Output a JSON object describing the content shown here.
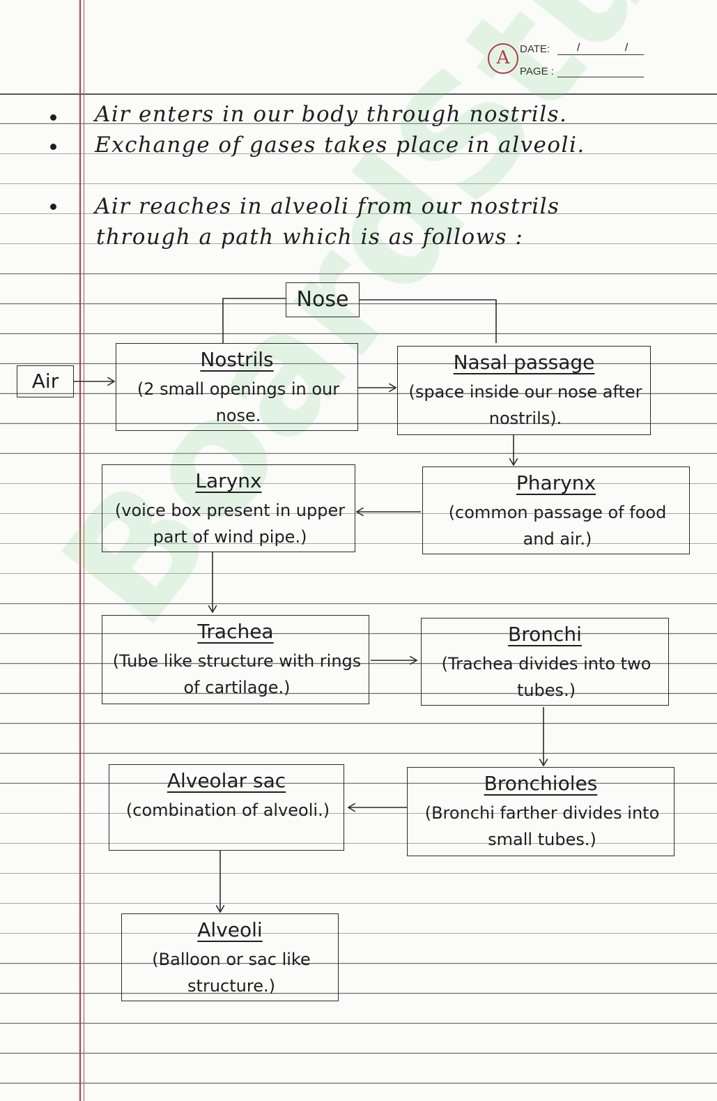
{
  "header": {
    "logo_letter": "A",
    "date_label": "DATE:",
    "date_value": "/ /",
    "page_label": "PAGE :"
  },
  "bullets": [
    "Air enters in our body through nostrils.",
    "Exchange of gases takes place in alveoli.",
    "Air reaches in alveoli from our nostrils",
    "through a path which is as follows :"
  ],
  "flow": {
    "nose": "Nose",
    "air": "Air",
    "nostrils": {
      "title": "Nostrils",
      "desc": "(2 small openings in our nose."
    },
    "nasal_passage": {
      "title": "Nasal passage",
      "desc": "(space inside our nose after nostrils)."
    },
    "larynx": {
      "title": "Larynx",
      "desc": "(voice box present in upper part of wind pipe.)"
    },
    "pharynx": {
      "title": "Pharynx",
      "desc": "(common passage of food and air.)"
    },
    "trachea": {
      "title": "Trachea",
      "desc": "(Tube like structure with rings of cartilage.)"
    },
    "bronchi": {
      "title": "Bronchi",
      "desc": "(Trachea divides into two tubes.)"
    },
    "alveolar_sac": {
      "title": "Alveolar sac",
      "desc": "(combination of alveoli.)"
    },
    "bronchioles": {
      "title": "Bronchioles",
      "desc": "(Bronchi farther divides into small tubes.)"
    },
    "alveoli": {
      "title": "Alveoli",
      "desc": "(Balloon or sac like structure.)"
    }
  },
  "watermark": "BoardStudy",
  "colors": {
    "margin": "#b23a48",
    "ink": "#1e1e22",
    "watermark": "#78d282"
  }
}
